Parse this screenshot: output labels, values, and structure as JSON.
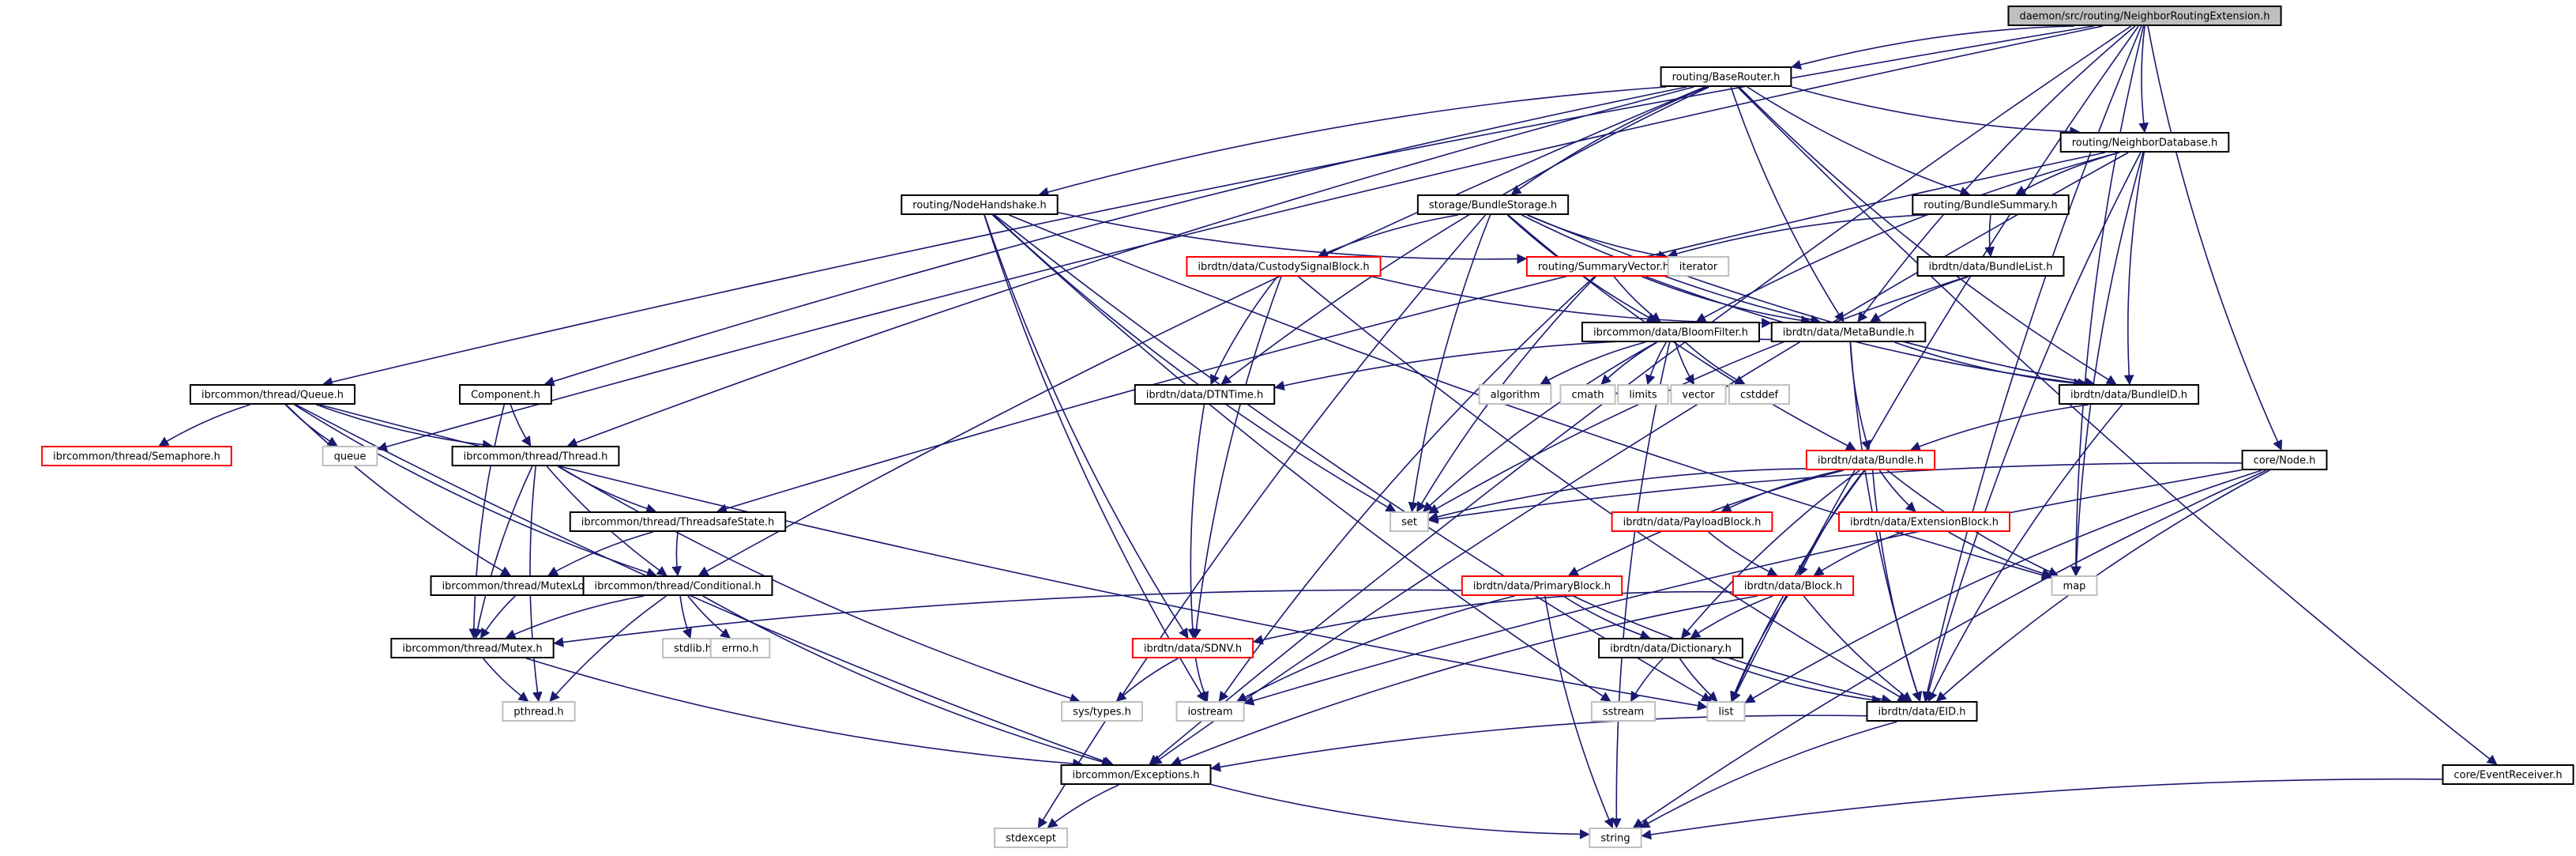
{
  "colors": {
    "edge": "#191970",
    "normal_border": "#000000",
    "incomplete_border": "#ff0000",
    "external_border": "#bfbfbf",
    "root_fill": "#bfbfbf",
    "node_fill": "#ffffff"
  },
  "graph": {
    "nodes": [
      {
        "id": "root",
        "label": "daemon/src/routing/NeighborRoutingExtension.h",
        "kind": "root"
      },
      {
        "id": "baserouter",
        "label": "routing/BaseRouter.h",
        "kind": "normal"
      },
      {
        "id": "neighbordb",
        "label": "routing/NeighborDatabase.h",
        "kind": "normal"
      },
      {
        "id": "bundlesummary",
        "label": "routing/BundleSummary.h",
        "kind": "normal"
      },
      {
        "id": "nodehandshake",
        "label": "routing/NodeHandshake.h",
        "kind": "normal"
      },
      {
        "id": "bundlestorage",
        "label": "storage/BundleStorage.h",
        "kind": "normal"
      },
      {
        "id": "bundlelist",
        "label": "ibrdtn/data/BundleList.h",
        "kind": "normal"
      },
      {
        "id": "custodysignal",
        "label": "ibrdtn/data/CustodySignalBlock.h",
        "kind": "incomplete"
      },
      {
        "id": "summaryvector",
        "label": "routing/SummaryVector.h",
        "kind": "incomplete"
      },
      {
        "id": "iterator",
        "label": "iterator",
        "kind": "external"
      },
      {
        "id": "bloomfilter",
        "label": "ibrcommon/data/BloomFilter.h",
        "kind": "normal"
      },
      {
        "id": "metabundle",
        "label": "ibrdtn/data/MetaBundle.h",
        "kind": "normal"
      },
      {
        "id": "component",
        "label": "Component.h",
        "kind": "normal"
      },
      {
        "id": "queue_h",
        "label": "ibrcommon/thread/Queue.h",
        "kind": "normal"
      },
      {
        "id": "dtntime",
        "label": "ibrdtn/data/DTNTime.h",
        "kind": "normal"
      },
      {
        "id": "algorithm",
        "label": "algorithm",
        "kind": "external"
      },
      {
        "id": "cmath",
        "label": "cmath",
        "kind": "external"
      },
      {
        "id": "limits",
        "label": "limits",
        "kind": "external"
      },
      {
        "id": "vector",
        "label": "vector",
        "kind": "external"
      },
      {
        "id": "cstddef",
        "label": "cstddef",
        "kind": "external"
      },
      {
        "id": "bundleid",
        "label": "ibrdtn/data/BundleID.h",
        "kind": "normal"
      },
      {
        "id": "semaphore",
        "label": "ibrcommon/thread/Semaphore.h",
        "kind": "incomplete"
      },
      {
        "id": "queue",
        "label": "queue",
        "kind": "external"
      },
      {
        "id": "thread",
        "label": "ibrcommon/thread/Thread.h",
        "kind": "normal"
      },
      {
        "id": "bundle",
        "label": "ibrdtn/data/Bundle.h",
        "kind": "incomplete"
      },
      {
        "id": "corenode",
        "label": "core/Node.h",
        "kind": "normal"
      },
      {
        "id": "set",
        "label": "set",
        "kind": "external"
      },
      {
        "id": "threadsafestate",
        "label": "ibrcommon/thread/ThreadsafeState.h",
        "kind": "normal"
      },
      {
        "id": "payloadblock",
        "label": "ibrdtn/data/PayloadBlock.h",
        "kind": "incomplete"
      },
      {
        "id": "extensionblock",
        "label": "ibrdtn/data/ExtensionBlock.h",
        "kind": "incomplete"
      },
      {
        "id": "map",
        "label": "map",
        "kind": "external"
      },
      {
        "id": "mutexlock",
        "label": "ibrcommon/thread/MutexLock.h",
        "kind": "normal"
      },
      {
        "id": "conditional",
        "label": "ibrcommon/thread/Conditional.h",
        "kind": "normal"
      },
      {
        "id": "primaryblock",
        "label": "ibrdtn/data/PrimaryBlock.h",
        "kind": "incomplete"
      },
      {
        "id": "block",
        "label": "ibrdtn/data/Block.h",
        "kind": "incomplete"
      },
      {
        "id": "stdlib",
        "label": "stdlib.h",
        "kind": "external"
      },
      {
        "id": "errno",
        "label": "errno.h",
        "kind": "external"
      },
      {
        "id": "mutex",
        "label": "ibrcommon/thread/Mutex.h",
        "kind": "normal"
      },
      {
        "id": "sdnv",
        "label": "ibrdtn/data/SDNV.h",
        "kind": "incomplete"
      },
      {
        "id": "dictionary",
        "label": "ibrdtn/data/Dictionary.h",
        "kind": "normal"
      },
      {
        "id": "pthread",
        "label": "pthread.h",
        "kind": "external"
      },
      {
        "id": "systypes",
        "label": "sys/types.h",
        "kind": "external"
      },
      {
        "id": "iostream",
        "label": "iostream",
        "kind": "external"
      },
      {
        "id": "sstream",
        "label": "sstream",
        "kind": "external"
      },
      {
        "id": "list",
        "label": "list",
        "kind": "external"
      },
      {
        "id": "eid",
        "label": "ibrdtn/data/EID.h",
        "kind": "normal"
      },
      {
        "id": "exceptions",
        "label": "ibrcommon/Exceptions.h",
        "kind": "normal"
      },
      {
        "id": "eventreceiver",
        "label": "core/EventReceiver.h",
        "kind": "normal"
      },
      {
        "id": "stdexcept",
        "label": "stdexcept",
        "kind": "external"
      },
      {
        "id": "string",
        "label": "string",
        "kind": "external"
      }
    ],
    "edges": [
      [
        "root",
        "baserouter"
      ],
      [
        "root",
        "neighbordb"
      ],
      [
        "root",
        "queue_h"
      ],
      [
        "root",
        "queue"
      ],
      [
        "root",
        "metabundle"
      ],
      [
        "root",
        "corenode"
      ],
      [
        "root",
        "map"
      ],
      [
        "root",
        "list"
      ],
      [
        "root",
        "exceptions"
      ],
      [
        "root",
        "eid"
      ],
      [
        "baserouter",
        "component"
      ],
      [
        "baserouter",
        "thread"
      ],
      [
        "baserouter",
        "conditional"
      ],
      [
        "baserouter",
        "nodehandshake"
      ],
      [
        "baserouter",
        "dtntime"
      ],
      [
        "baserouter",
        "bundlestorage"
      ],
      [
        "baserouter",
        "metabundle"
      ],
      [
        "baserouter",
        "bundlesummary"
      ],
      [
        "baserouter",
        "neighbordb"
      ],
      [
        "baserouter",
        "bundleid"
      ],
      [
        "baserouter",
        "eventreceiver"
      ],
      [
        "neighbordb",
        "bundlesummary"
      ],
      [
        "neighbordb",
        "bloomfilter"
      ],
      [
        "neighbordb",
        "bundleid"
      ],
      [
        "neighbordb",
        "map"
      ],
      [
        "neighbordb",
        "eid"
      ],
      [
        "neighbordb",
        "exceptions"
      ],
      [
        "neighbordb",
        "threadsafestate"
      ],
      [
        "bundlesummary",
        "summaryvector"
      ],
      [
        "bundlesummary",
        "bundlelist"
      ],
      [
        "bundlelist",
        "metabundle"
      ],
      [
        "bundlelist",
        "set"
      ],
      [
        "nodehandshake",
        "summaryvector"
      ],
      [
        "nodehandshake",
        "set"
      ],
      [
        "nodehandshake",
        "sdnv"
      ],
      [
        "nodehandshake",
        "iostream"
      ],
      [
        "nodehandshake",
        "sstream"
      ],
      [
        "nodehandshake",
        "list"
      ],
      [
        "nodehandshake",
        "map"
      ],
      [
        "bundlestorage",
        "custodysignal"
      ],
      [
        "bundlestorage",
        "iterator"
      ],
      [
        "bundlestorage",
        "bloomfilter"
      ],
      [
        "bundlestorage",
        "metabundle"
      ],
      [
        "bundlestorage",
        "bundleid"
      ],
      [
        "bundlestorage",
        "set"
      ],
      [
        "bundlestorage",
        "bundle"
      ],
      [
        "bundlestorage",
        "stdexcept"
      ],
      [
        "custodysignal",
        "dtntime"
      ],
      [
        "custodysignal",
        "sdnv"
      ],
      [
        "custodysignal",
        "metabundle"
      ],
      [
        "custodysignal",
        "eid"
      ],
      [
        "summaryvector",
        "bloomfilter"
      ],
      [
        "summaryvector",
        "metabundle"
      ],
      [
        "summaryvector",
        "bundleid"
      ],
      [
        "summaryvector",
        "set"
      ],
      [
        "summaryvector",
        "iostream"
      ],
      [
        "bloomfilter",
        "algorithm"
      ],
      [
        "bloomfilter",
        "cmath"
      ],
      [
        "bloomfilter",
        "limits"
      ],
      [
        "bloomfilter",
        "vector"
      ],
      [
        "bloomfilter",
        "cstddef"
      ],
      [
        "bloomfilter",
        "set"
      ],
      [
        "bloomfilter",
        "string"
      ],
      [
        "metabundle",
        "bundleid"
      ],
      [
        "metabundle",
        "dtntime"
      ],
      [
        "metabundle",
        "bundle"
      ],
      [
        "metabundle",
        "eid"
      ],
      [
        "component",
        "thread"
      ],
      [
        "component",
        "mutex"
      ],
      [
        "queue_h",
        "semaphore"
      ],
      [
        "queue_h",
        "queue"
      ],
      [
        "queue_h",
        "thread"
      ],
      [
        "queue_h",
        "mutexlock"
      ],
      [
        "queue_h",
        "conditional"
      ],
      [
        "queue_h",
        "exceptions"
      ],
      [
        "queue_h",
        "list"
      ],
      [
        "dtntime",
        "sdnv"
      ],
      [
        "bundleid",
        "bundle"
      ],
      [
        "bundleid",
        "eid"
      ],
      [
        "thread",
        "threadsafestate"
      ],
      [
        "thread",
        "conditional"
      ],
      [
        "thread",
        "mutex"
      ],
      [
        "thread",
        "pthread"
      ],
      [
        "thread",
        "systypes"
      ],
      [
        "threadsafestate",
        "mutexlock"
      ],
      [
        "threadsafestate",
        "conditional"
      ],
      [
        "mutexlock",
        "mutex"
      ],
      [
        "conditional",
        "mutex"
      ],
      [
        "conditional",
        "stdlib"
      ],
      [
        "conditional",
        "errno"
      ],
      [
        "conditional",
        "pthread"
      ],
      [
        "conditional",
        "exceptions"
      ],
      [
        "mutex",
        "pthread"
      ],
      [
        "mutex",
        "exceptions"
      ],
      [
        "bundle",
        "set"
      ],
      [
        "bundle",
        "payloadblock"
      ],
      [
        "bundle",
        "extensionblock"
      ],
      [
        "bundle",
        "primaryblock"
      ],
      [
        "bundle",
        "block"
      ],
      [
        "bundle",
        "dictionary"
      ],
      [
        "bundle",
        "eid"
      ],
      [
        "bundle",
        "list"
      ],
      [
        "bundle",
        "map"
      ],
      [
        "corenode",
        "set"
      ],
      [
        "corenode",
        "iostream"
      ],
      [
        "corenode",
        "list"
      ],
      [
        "corenode",
        "eid"
      ],
      [
        "corenode",
        "string"
      ],
      [
        "payloadblock",
        "block"
      ],
      [
        "extensionblock",
        "block"
      ],
      [
        "extensionblock",
        "map"
      ],
      [
        "primaryblock",
        "dictionary"
      ],
      [
        "primaryblock",
        "mutex"
      ],
      [
        "primaryblock",
        "eid"
      ],
      [
        "primaryblock",
        "iostream"
      ],
      [
        "primaryblock",
        "string"
      ],
      [
        "block",
        "sdnv"
      ],
      [
        "block",
        "dictionary"
      ],
      [
        "block",
        "eid"
      ],
      [
        "block",
        "list"
      ],
      [
        "block",
        "exceptions"
      ],
      [
        "dictionary",
        "eid"
      ],
      [
        "dictionary",
        "list"
      ],
      [
        "dictionary",
        "sstream"
      ],
      [
        "sdnv",
        "systypes"
      ],
      [
        "sdnv",
        "iostream"
      ],
      [
        "eid",
        "exceptions"
      ],
      [
        "eid",
        "string"
      ],
      [
        "exceptions",
        "stdexcept"
      ],
      [
        "exceptions",
        "string"
      ],
      [
        "eventreceiver",
        "string"
      ]
    ]
  }
}
